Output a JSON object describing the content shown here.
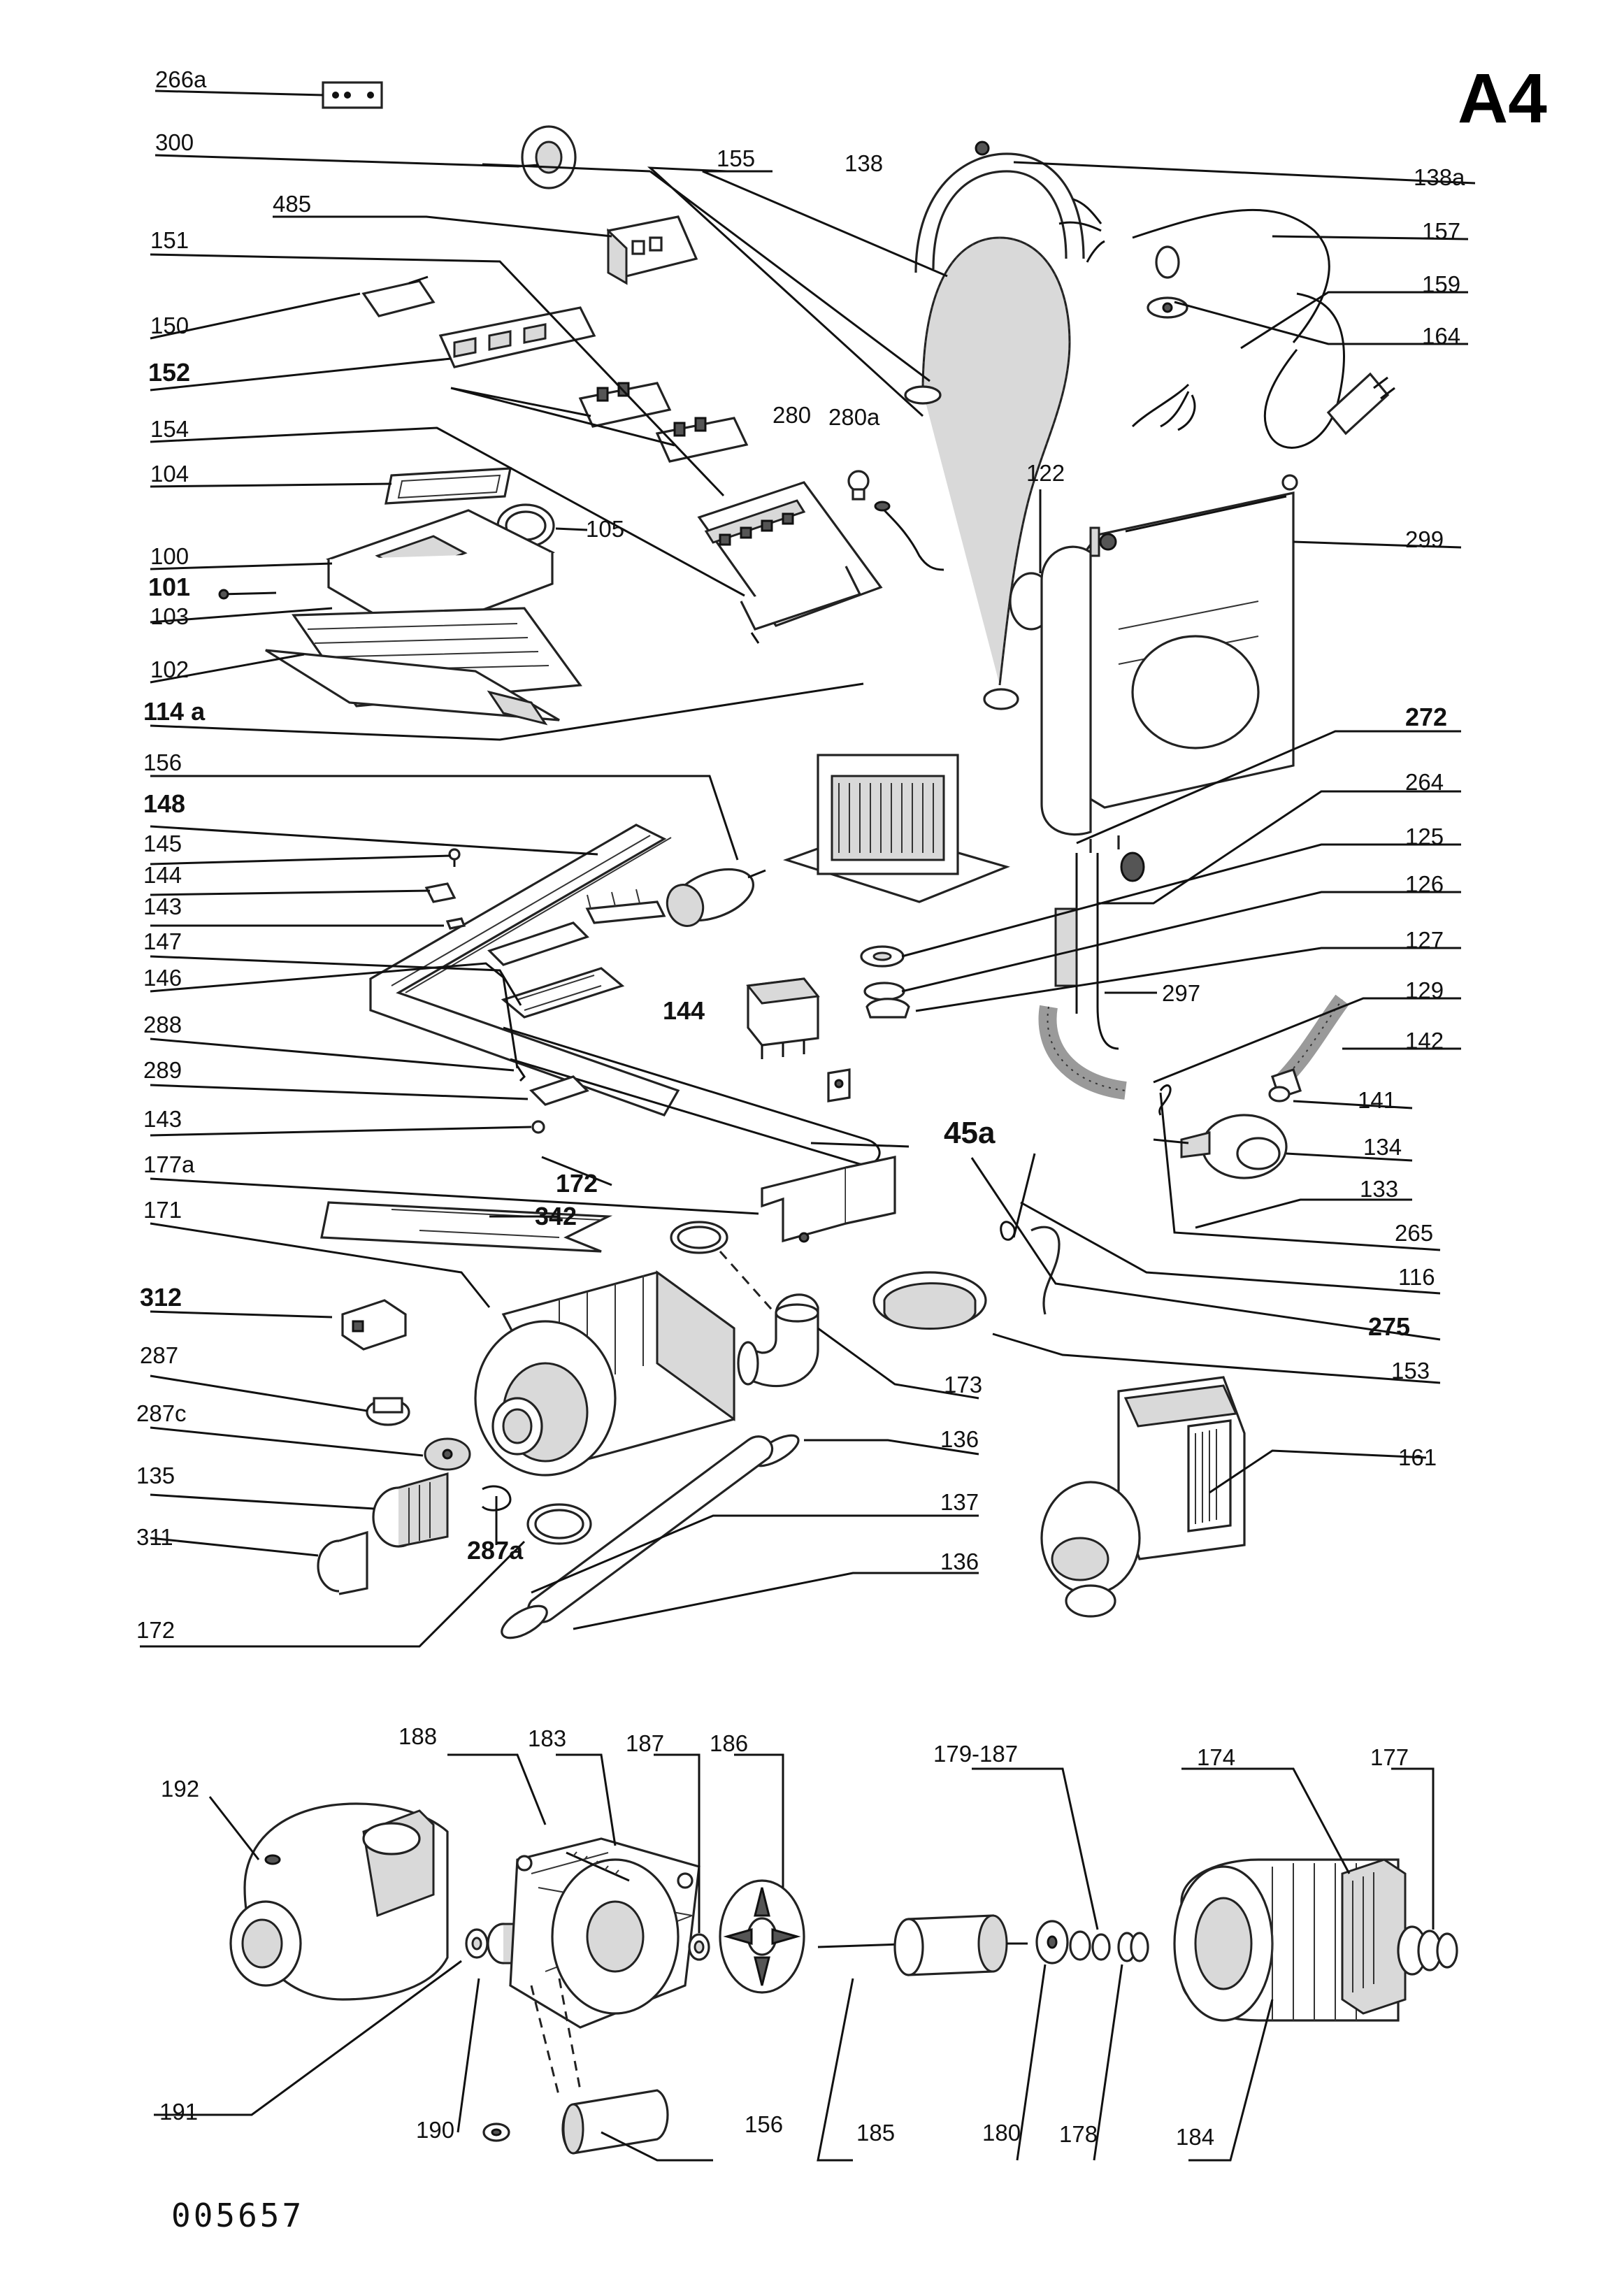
{
  "page_code": "A4",
  "document_number": "005657",
  "labels": {
    "l266a": "266a",
    "l300": "300",
    "l485": "485",
    "l151": "151",
    "l150": "150",
    "l152": "152",
    "l154": "154",
    "l104": "104",
    "l105": "105",
    "l100": "100",
    "l101": "101",
    "l103": "103",
    "l102": "102",
    "l114a": "114 a",
    "l156a": "156",
    "l148": "148",
    "l145": "145",
    "l144a": "144",
    "l143a": "143",
    "l147": "147",
    "l146": "146",
    "l288": "288",
    "l289": "289",
    "l143b": "143",
    "l177a": "177a",
    "l171": "171",
    "l312": "312",
    "l287": "287",
    "l287c": "287c",
    "l135": "135",
    "l311": "311",
    "l172a": "172",
    "l155": "155",
    "l138": "138",
    "l138a": "138a",
    "l157": "157",
    "l159": "159",
    "l164": "164",
    "l280": "280",
    "l280a": "280a",
    "l122": "122",
    "l299": "299",
    "l272": "272",
    "l264": "264",
    "l125": "125",
    "l126": "126",
    "l127": "127",
    "l297": "297",
    "l129": "129",
    "l142": "142",
    "l141": "141",
    "l134": "134",
    "l133": "133",
    "l265": "265",
    "l116": "116",
    "l275": "275",
    "l153": "153",
    "l161": "161",
    "l144b": "144",
    "l45a": "45a",
    "l172b": "172",
    "l342": "342",
    "l173": "173",
    "l136a": "136",
    "l137": "137",
    "l136b": "136",
    "l287a": "287a",
    "l192": "192",
    "l188": "188",
    "l183": "183",
    "l187": "187",
    "l186": "186",
    "l179_187": "179-187",
    "l174": "174",
    "l177": "177",
    "l191": "191",
    "l190": "190",
    "l156b": "156",
    "l185": "185",
    "l180": "180",
    "l178": "178",
    "l184": "184"
  }
}
